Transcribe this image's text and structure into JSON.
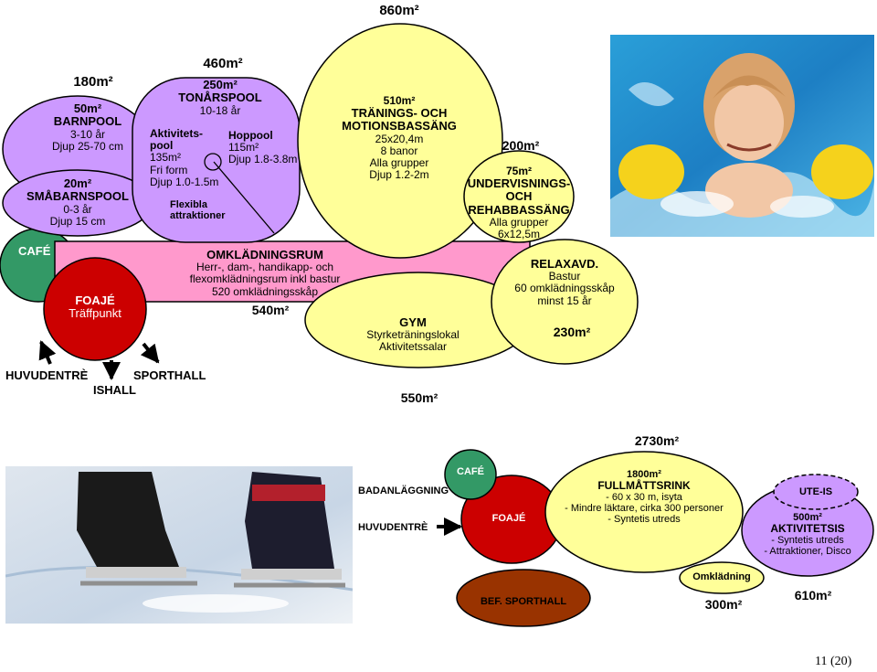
{
  "page_number": "11 (20)",
  "pool_area": {
    "total": "860m²",
    "kids": {
      "group_area": "180m²",
      "barnpool": [
        "50m²",
        "BARNPOOL",
        "3-10 år",
        "Djup 25-70 cm"
      ],
      "smabarnspool": [
        "20m²",
        "SMÅBARNSPOOL",
        "0-3 år",
        "Djup 15 cm"
      ]
    },
    "teen": {
      "group_area": "460m²",
      "tonarspool": [
        "250m²",
        "TONÅRSPOOL",
        "10-18 år"
      ],
      "aktivitetspool": [
        "Aktivitets-",
        "pool",
        "135m²",
        "Fri form",
        "Djup 1.0-1.5m"
      ],
      "hoppool": [
        "Hoppool",
        "115m²",
        "Djup 1.8-3.8m"
      ],
      "flexibla": [
        "Flexibla",
        "attraktioner"
      ]
    },
    "training": [
      "510m²",
      "TRÄNINGS- OCH",
      "MOTIONSBASSÄNG",
      "25x20,4m",
      "8 banor",
      "Alla grupper",
      "Djup 1.2-2m"
    ],
    "rehab": {
      "group_area": "200m²",
      "lines": [
        "75m²",
        "UNDERVISNINGS-",
        "OCH",
        "REHABBASSÄNG",
        "Alla grupper",
        "6x12,5m"
      ]
    }
  },
  "ground_floor": {
    "cafe": "CAFÉ",
    "foaje": [
      "FOAJÉ",
      "Träffpunkt"
    ],
    "changing": [
      "OMKLÄDNINGSRUM",
      "Herr-, dam-, handikapp- och",
      "flexomklädningsrum inkl bastur",
      "520 omklädningsskåp"
    ],
    "changing_area": "540m²",
    "gym": [
      "GYM",
      "Styrketräningslokal",
      "Aktivitetssalar"
    ],
    "gym_area": "550m²",
    "relax": [
      "RELAXAVD.",
      "Bastur",
      "60 omklädningsskåp",
      "minst 15 år"
    ],
    "relax_area": "230m²",
    "entrances": {
      "main": "HUVUDENTRÈ",
      "ice": "ISHALL",
      "sport": "SPORTHALL"
    }
  },
  "ice_area": {
    "total": "2730m²",
    "badanlaggning": "BADANLÄGGNING",
    "huvudentre": "HUVUDENTRÈ",
    "cafe": "CAFÉ",
    "foaje": "FOAJÉ",
    "rink": [
      "1800m²",
      "FULLMÅTTSRINK",
      "- 60 x 30 m, isyta",
      "- Mindre läktare, cirka 300 personer",
      "- Syntetis utreds"
    ],
    "omkladning": "Omklädning",
    "omkladning_area": "300m²",
    "sporthall": "BEF. SPORTHALL",
    "ute_is": "UTE-IS",
    "activity": [
      "500m²",
      "AKTIVITETSIS",
      "- Syntetis utreds",
      "- Attraktioner, Disco"
    ],
    "activity_area": "610m²"
  },
  "colors": {
    "purple": "#cc99ff",
    "yellow": "#ffff99",
    "pink": "#ff99cc",
    "green": "#339966",
    "red": "#cc0000",
    "brown": "#993300",
    "outline": "#000000"
  }
}
